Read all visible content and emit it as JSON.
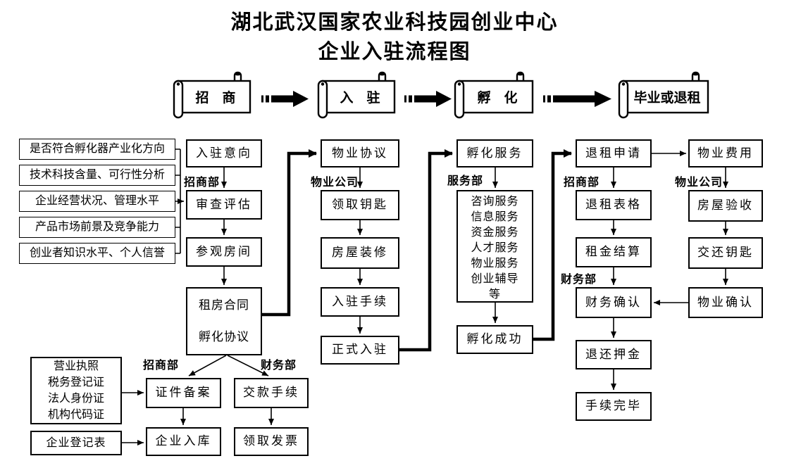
{
  "title": {
    "line1": "湖北武汉国家农业科技园创业中心",
    "line2": "企业入驻流程图"
  },
  "stages": [
    "招　商",
    "入　驻",
    "孵　化",
    "毕业或退租"
  ],
  "criteria": [
    "是否符合孵化器产业化方向",
    "技术科技含量、可行性分析",
    "企业经营状况、管理水平",
    "产品市场前景及竞争能力",
    "创业者知识水平、个人信誉"
  ],
  "recruit": {
    "dept": "招商部",
    "intent": "入驻意向",
    "review": "审查评估",
    "visit": "参观房间",
    "contract1": "租房合同",
    "contract2": "孵化协议"
  },
  "registration": {
    "dept_recruit": "招商部",
    "dept_finance": "财务部",
    "docs": [
      "营业执照",
      "税务登记证",
      "法人身份证",
      "机构代码证"
    ],
    "form": "企业登记表",
    "filing": "证件备案",
    "storage": "企业入库",
    "payment": "交款手续",
    "invoice": "领取发票"
  },
  "property_in": {
    "dept": "物业公司",
    "agreement": "物业协议",
    "keys": "领取钥匙",
    "renovate": "房屋装修",
    "procedure": "入驻手续",
    "official": "正式入驻"
  },
  "incubation": {
    "dept": "服务部",
    "service": "孵化服务",
    "services": [
      "咨询服务",
      "信息服务",
      "资金服务",
      "人才服务",
      "物业服务",
      "创业辅导",
      "等"
    ],
    "success": "孵化成功"
  },
  "exit": {
    "dept_recruit": "招商部",
    "dept_finance": "财务部",
    "apply": "退租申请",
    "form": "退租表格",
    "settle": "租金结算",
    "confirm": "财务确认",
    "deposit": "退还押金",
    "done": "手续完毕"
  },
  "property_out": {
    "dept": "物业公司",
    "fee": "物业费用",
    "inspect": "房屋验收",
    "keys": "交还钥匙",
    "confirm": "物业确认"
  }
}
